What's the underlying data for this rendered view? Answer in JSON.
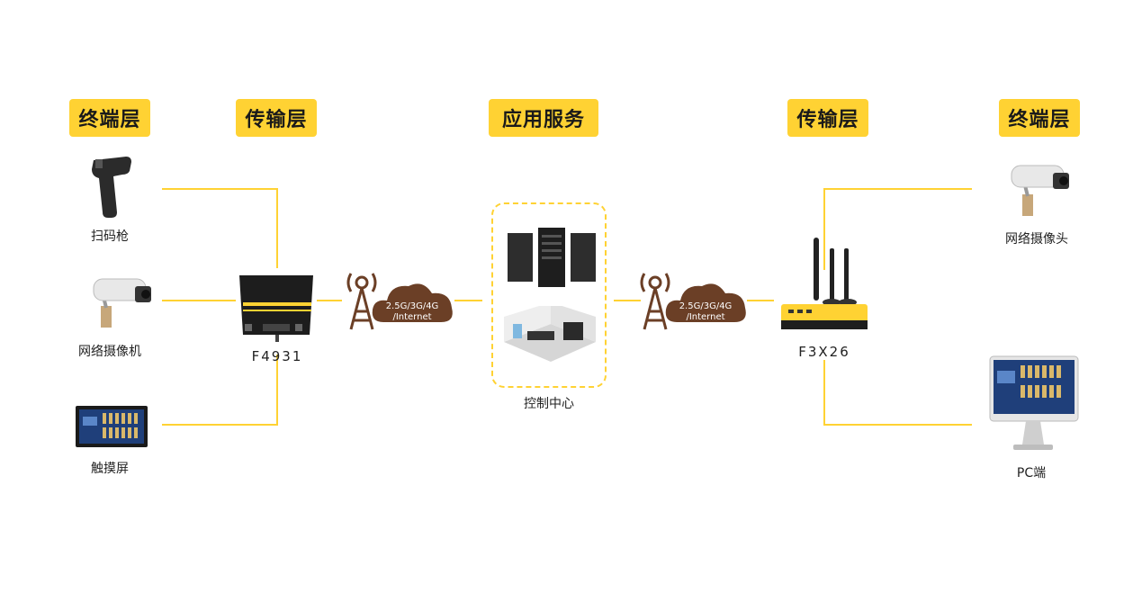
{
  "layers": {
    "left_terminal": "终端层",
    "left_transport": "传输层",
    "application": "应用服务",
    "right_transport": "传输层",
    "right_terminal": "终端层"
  },
  "devices": {
    "scanner": "扫码枪",
    "camera_left": "网络摄像机",
    "touchscreen": "触摸屏",
    "router_left": "F4931",
    "control_center": "控制中心",
    "router_right": "F3X26",
    "camera_right": "网络摄像头",
    "pc": "PC端"
  },
  "networks": {
    "left_line1": "2.5G/3G/4G",
    "left_line2": "/Internet",
    "right_line1": "2.5G/3G/4G",
    "right_line2": "/Internet"
  },
  "colors": {
    "accent": "#ffd233",
    "cloud": "#6b3f26"
  }
}
